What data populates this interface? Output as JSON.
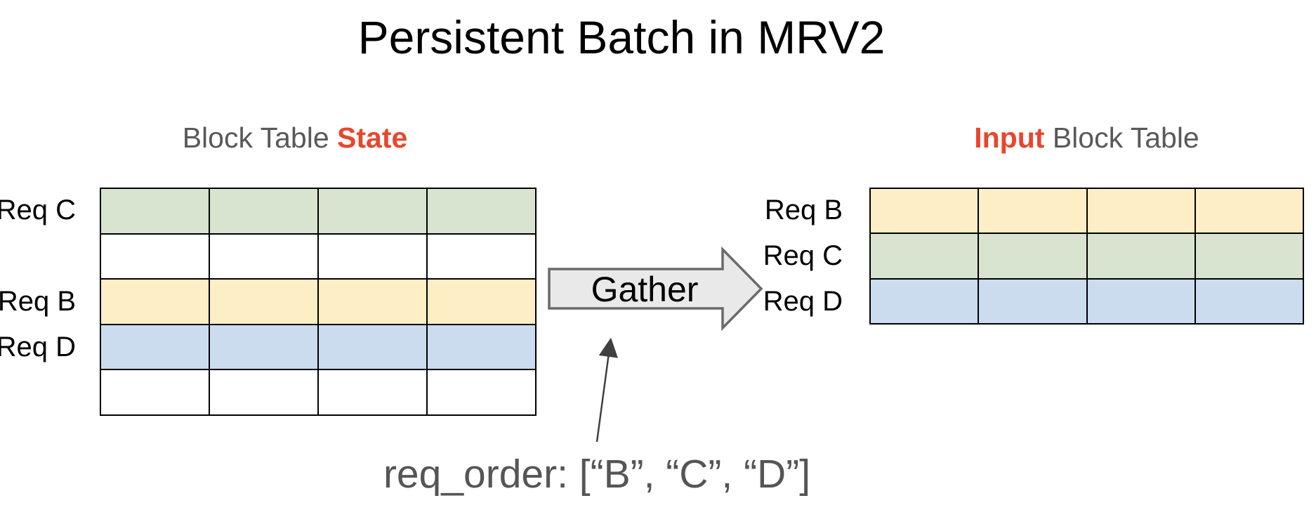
{
  "title": "Persistent Batch in MRV2",
  "left_panel": {
    "heading": {
      "prefix": "Block Table ",
      "highlight": "State"
    },
    "columns": 4,
    "rows": [
      {
        "label": "Req C",
        "color_key": "green"
      },
      {
        "label": "",
        "color_key": "white"
      },
      {
        "label": "Req B",
        "color_key": "yellow"
      },
      {
        "label": "Req D",
        "color_key": "blue"
      },
      {
        "label": "",
        "color_key": "white"
      }
    ]
  },
  "right_panel": {
    "heading": {
      "highlight": "Input",
      "suffix": " Block Table"
    },
    "columns": 4,
    "rows": [
      {
        "label": "Req B",
        "color_key": "yellow"
      },
      {
        "label": "Req C",
        "color_key": "green"
      },
      {
        "label": "Req D",
        "color_key": "blue"
      }
    ]
  },
  "gather": {
    "label": "Gather"
  },
  "annotation": {
    "text": "req_order: [“B”, “C”, “D”]"
  },
  "colors": {
    "green": "#d8e3d0",
    "yellow": "#fdeec6",
    "blue": "#cbdcee",
    "white": "#ffffff",
    "table_border": "#000000",
    "heading_gray": "#595959",
    "highlight_red": "#e8462c",
    "annotation_gray": "#555555",
    "arrow_fill": "#e9e9e9",
    "arrow_stroke": "#6a6a6a",
    "thin_arrow": "#404040"
  }
}
